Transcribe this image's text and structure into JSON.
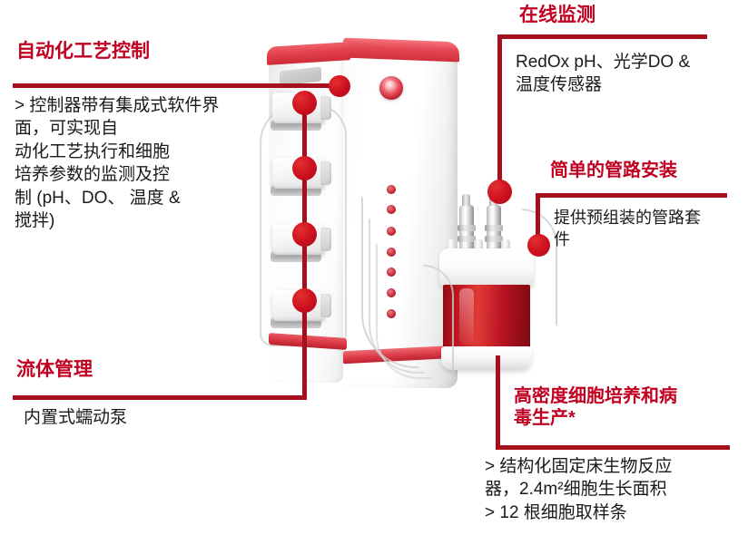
{
  "slide": {
    "background_color": "#ffffff",
    "accent_red": "#C00020",
    "line_red": "#A5101C"
  },
  "callouts": [
    {
      "id": "automation",
      "title": "自动化工艺控制",
      "body": "> 控制器带有集成式软件界面，可实现自\n动化工艺执行和细胞\n培养参数的监测及控\n制 (pH、DO、 温度 &\n搅拌)"
    },
    {
      "id": "fluid",
      "title": "流体管理",
      "body": "内置式蠕动泵"
    },
    {
      "id": "monitoring",
      "title": "在线监测",
      "body": "RedOx pH、光学DO &\n温度传感器"
    },
    {
      "id": "tubing",
      "title": "简单的管路安装",
      "body": "提供预组装的管路套\n件"
    },
    {
      "id": "highdensity",
      "title": "高密度细胞培养和病\n毒生产*",
      "body": "> 结构化固定床生物反应\n器，2.4m²细胞生长面积\n> 12 根细胞取样条"
    }
  ],
  "device": {
    "name": "bioreactor-controller-unit",
    "pump_head_count": 4,
    "port_count": 7,
    "indicator_color": "#D8313F",
    "cap_color": "#E2404C"
  },
  "vessel": {
    "name": "fixed-bed-bioreactor-vessel",
    "liquid_color": "#C21722",
    "probe_count": 2
  }
}
